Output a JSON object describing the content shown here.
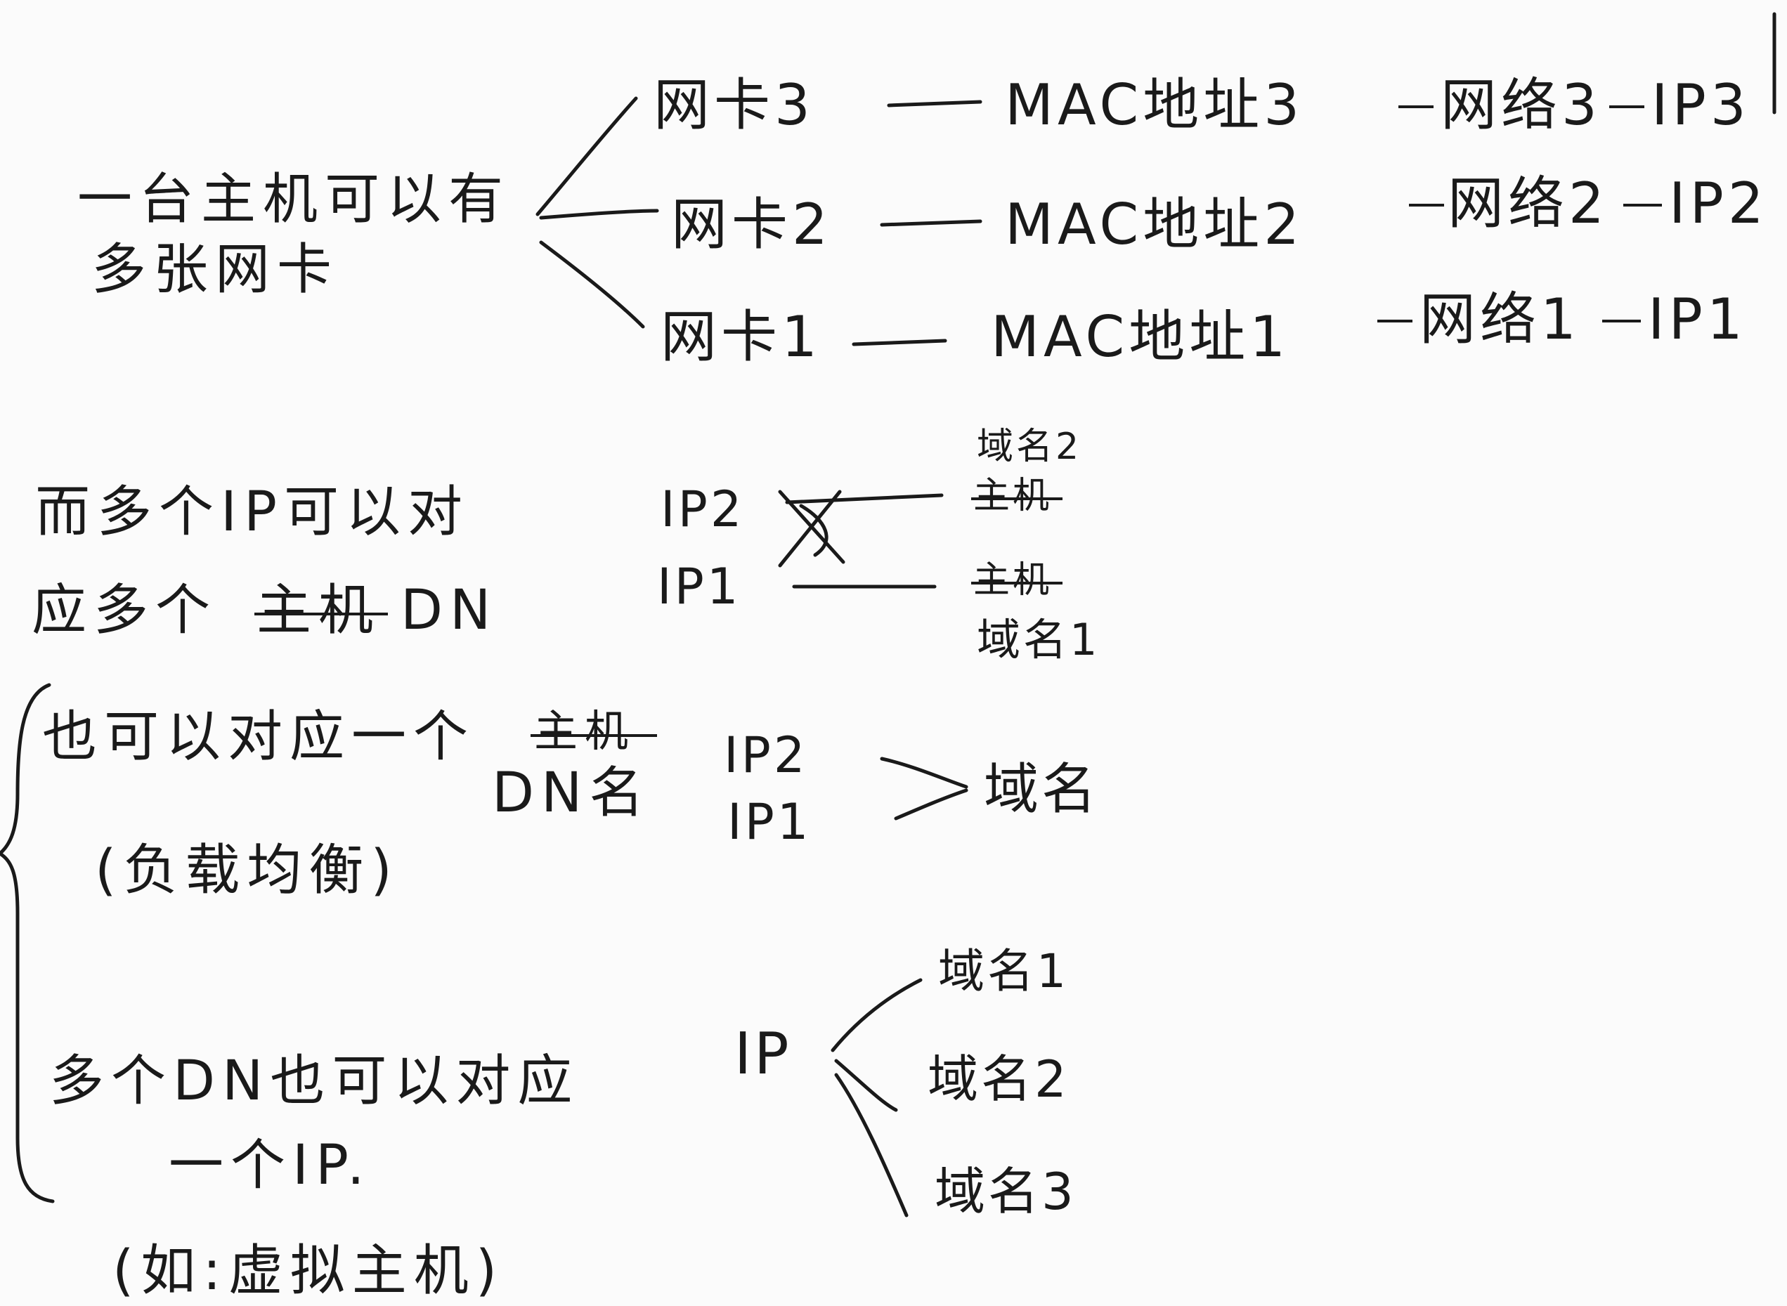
{
  "section1": {
    "host_line1": "一台主机可以有",
    "host_line2": "多张网卡",
    "rows": [
      {
        "nic": "网卡3",
        "mac": "MAC地址3",
        "net": "网络3",
        "ip": "IP3"
      },
      {
        "nic": "网卡2",
        "mac": "MAC地址2",
        "net": "网络2",
        "ip": "IP2"
      },
      {
        "nic": "网卡1",
        "mac": "MAC地址1",
        "net": "网络1",
        "ip": "IP1"
      }
    ]
  },
  "section2": {
    "line1": "而多个IP可以对",
    "line2_a": "应多个",
    "line2_struck": "主机",
    "line2_b": "DN",
    "ip_a": "IP2",
    "ip_b": "IP1",
    "domain_a": "域名2",
    "domain_b": "域名1",
    "struck_a": "主机",
    "struck_b": "主机"
  },
  "section3": {
    "line1_a": "也可以对应一个",
    "line1_struck": "主机",
    "line2": "DN名",
    "line3": "(负载均衡)",
    "ip_a": "IP2",
    "ip_b": "IP1",
    "domain": "域名"
  },
  "section4": {
    "line1": "多个DN也可以对应",
    "line2": "一个IP.",
    "line3": "(如:虚拟主机)",
    "ip": "IP",
    "domains": [
      "域名1",
      "域名2",
      "域名3"
    ]
  }
}
